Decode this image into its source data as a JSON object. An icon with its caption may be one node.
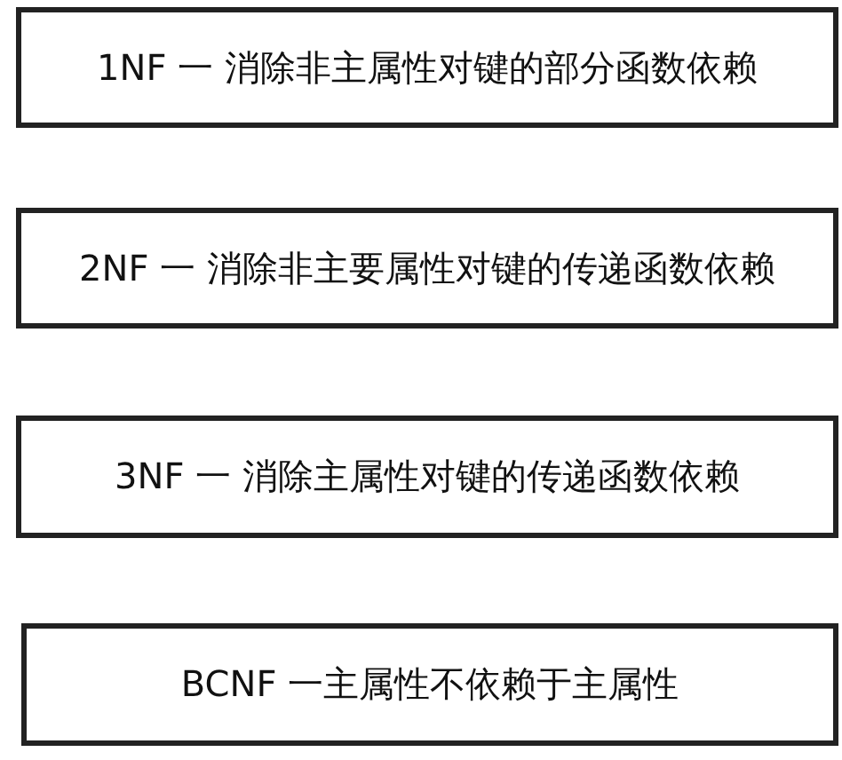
{
  "diagram": {
    "nodes": [
      {
        "text": [
          "1NF 一 消除非主属性对键的部分函数依赖"
        ]
      },
      {
        "text": [
          "2NF 一 消除非主要属性对键的传递函数依赖"
        ]
      },
      {
        "text": [
          "3NF 一 消除主属性对键的传递函数依赖"
        ]
      },
      {
        "text": [
          "BCNF 一主属性不依赖于主属性"
        ]
      }
    ]
  }
}
